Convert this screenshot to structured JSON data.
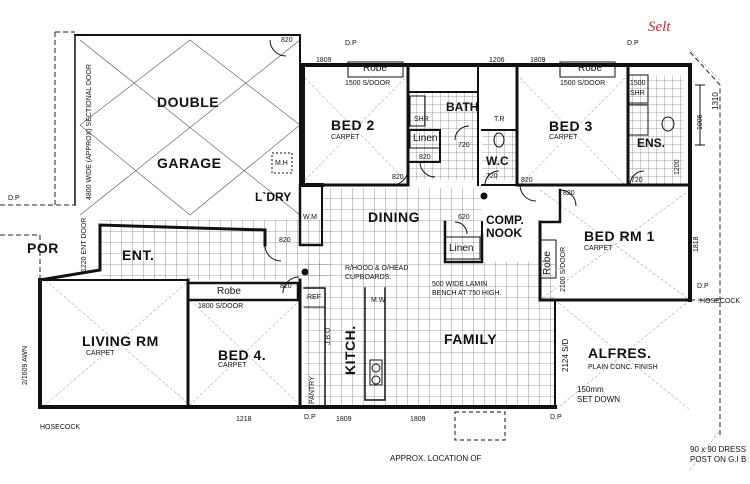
{
  "rooms": {
    "double": "DOUBLE",
    "garage": "GARAGE",
    "bed2": "BED 2",
    "bed3": "BED 3",
    "bed4": "BED 4.",
    "bed_rm1": "BED RM 1",
    "bath": "BATH",
    "wc": "W.C",
    "ens": "ENS.",
    "dining": "DINING",
    "comp": "COMP.",
    "nook": "NOOK",
    "lounge_dry": "L`DRY",
    "ent": "ENT.",
    "por": "POR",
    "living_rm": "LIVING RM",
    "family": "FAMILY",
    "kitch": "KITCH.",
    "alfres": "ALFRES."
  },
  "labels": {
    "robe": "Robe",
    "linen": "Linen",
    "carpet": "CARPET",
    "shr": "SHR",
    "tr": "T.R",
    "mh": "M.H",
    "wm": "W.M",
    "ref": "REF",
    "mw": "M.W",
    "jbo": "J.B.O",
    "pantry": "PANTRY",
    "dp": "D.P",
    "hosecock": "HOSECOCK",
    "hosecock_arrow": "HOSECOCK",
    "entry_door": "1220 ENT DOOR",
    "sectional_door": "4800 WIDE (APPROX) SECTIONAL DOOR",
    "living_dim": "2/1609 AWN",
    "rhood": "R/HOOD & O/HEAD",
    "cupboards": "CUPBOARDS.",
    "bench1": "500 WIDE LAMIN",
    "bench2": "BENCH AT 750 HIGH.",
    "alfres_note": "PLAIN CONC. FINISH",
    "setdown1": "150mm",
    "setdown2": "SET DOWN",
    "sd_2124": "2124 S/D",
    "approx_location": "APPROX. LOCATION OF",
    "post1": "90 x 90 DRESS",
    "post2": "POST ON G.I B",
    "bed2_door": "1500 S/DOOR",
    "bed3_door": "1500 S/DOOR",
    "bed4_door": "1800 S/DOOR",
    "bed1_door": "2100 S/DOOR",
    "ens_note1": "1500",
    "ens_note2": "SHR",
    "handwritten": "Selt"
  },
  "dimensions": {
    "d820": "820",
    "d720": "720",
    "d620": "620",
    "d1809": "1809",
    "d1206": "1206",
    "d1310": "1310",
    "d1006": "1006",
    "d1218": "1218",
    "d1818": "1818",
    "d1200": "1200"
  },
  "colors": {
    "line": "#111111",
    "tile": "#333333",
    "annotation": "#d9262c"
  }
}
